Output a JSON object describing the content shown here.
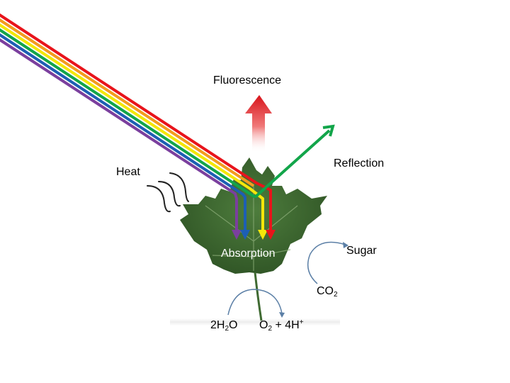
{
  "labels": {
    "fluorescence": "Fluorescence",
    "reflection": "Reflection",
    "heat": "Heat",
    "absorption": "Absorption",
    "sugar": "Sugar",
    "co2": {
      "base": "CO",
      "sub": "2"
    },
    "water": {
      "pre": "2H",
      "sub": "2",
      "post": "O"
    },
    "oxygen": {
      "base": "O",
      "sub": "2",
      "mid": " + 4H",
      "sup": "+"
    }
  },
  "colors": {
    "spectrum": [
      "#e8141b",
      "#f39c1f",
      "#f4e70a",
      "#12a54a",
      "#1d5fb4",
      "#7b3f9e"
    ],
    "absorbed": [
      "#7b3f9e",
      "#1d5fb4",
      "#f4e70a",
      "#e8141b"
    ],
    "reflection": "#12a54a",
    "fluorescence": "#e8141b",
    "leaf": "#3f6a32",
    "cycle_arrow": "#5b7fa6"
  },
  "icons": [
    "heat-wave-icon",
    "maple-leaf-icon"
  ]
}
